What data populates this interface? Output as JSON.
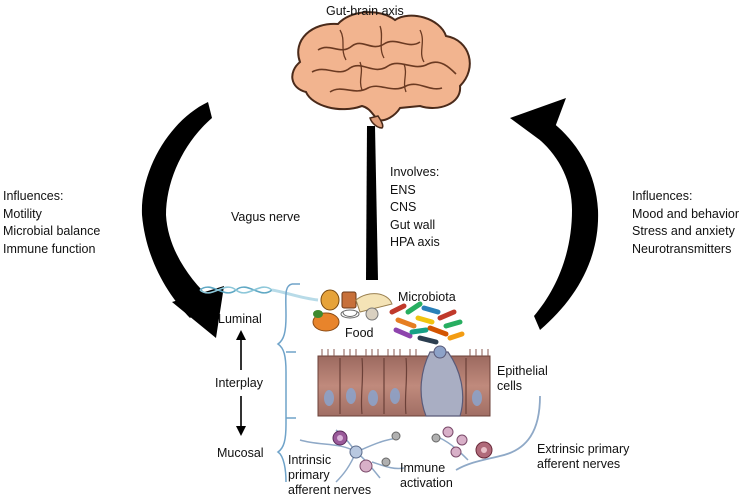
{
  "title": "Gut-brain axis",
  "left_influences": {
    "heading": "Influences:",
    "items": [
      "Motility",
      "Microbial balance",
      "Immune function"
    ]
  },
  "right_influences": {
    "heading": "Influences:",
    "items": [
      "Mood and behavior",
      "Stress and anxiety",
      "Neurotransmitters"
    ]
  },
  "vagus_nerve": "Vagus nerve",
  "involves": {
    "heading": "Involves:",
    "items": [
      "ENS",
      "CNS",
      "Gut wall",
      "HPA axis"
    ]
  },
  "layers": {
    "luminal": "Luminal",
    "interplay": "Interplay",
    "mucosal": "Mucosal"
  },
  "labels": {
    "food": "Food",
    "microbiota": "Microbiota",
    "epithelial": [
      "Epithelial",
      "cells"
    ],
    "extrinsic": [
      "Extrinsic primary",
      "afferent nerves"
    ],
    "intrinsic": [
      "Intrinsic",
      "primary",
      "afferent nerves"
    ],
    "immune": [
      "Immune",
      "activation"
    ]
  },
  "colors": {
    "brain": "#f2b48f",
    "brain_outline": "#4a2a1a",
    "arrow": "#000000",
    "epithelium": "#b07a6e",
    "bracket": "#6fa3c9"
  }
}
